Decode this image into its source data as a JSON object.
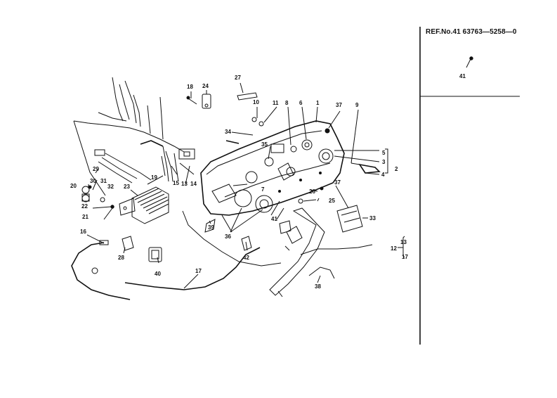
{
  "reference": {
    "header": "REF.No.41  63763—5258—0"
  },
  "callouts": {
    "c1": "1",
    "c2": "2",
    "c3": "3",
    "c4": "4",
    "c5": "5",
    "c6": "6",
    "c7": "7",
    "c8": "8",
    "c9": "9",
    "c10": "10",
    "c11": "11",
    "c12": "12",
    "c13a": "13",
    "c13b": "13",
    "c14": "14",
    "c15": "15",
    "c16": "16",
    "c17a": "17",
    "c17b": "17",
    "c18": "18",
    "c19": "19",
    "c20": "20",
    "c21": "21",
    "c22": "22",
    "c23": "23",
    "c24": "24",
    "c25": "25",
    "c26": "26",
    "c27": "27",
    "c28": "28",
    "c29": "29",
    "c30": "30",
    "c31": "31",
    "c32": "32",
    "c33": "33",
    "c34": "34",
    "c35": "35",
    "c36": "36",
    "c37a": "37",
    "c37b": "37",
    "c38": "38",
    "c39": "39",
    "c40": "40",
    "c41a": "41",
    "c41b": "41",
    "c42": "42"
  }
}
